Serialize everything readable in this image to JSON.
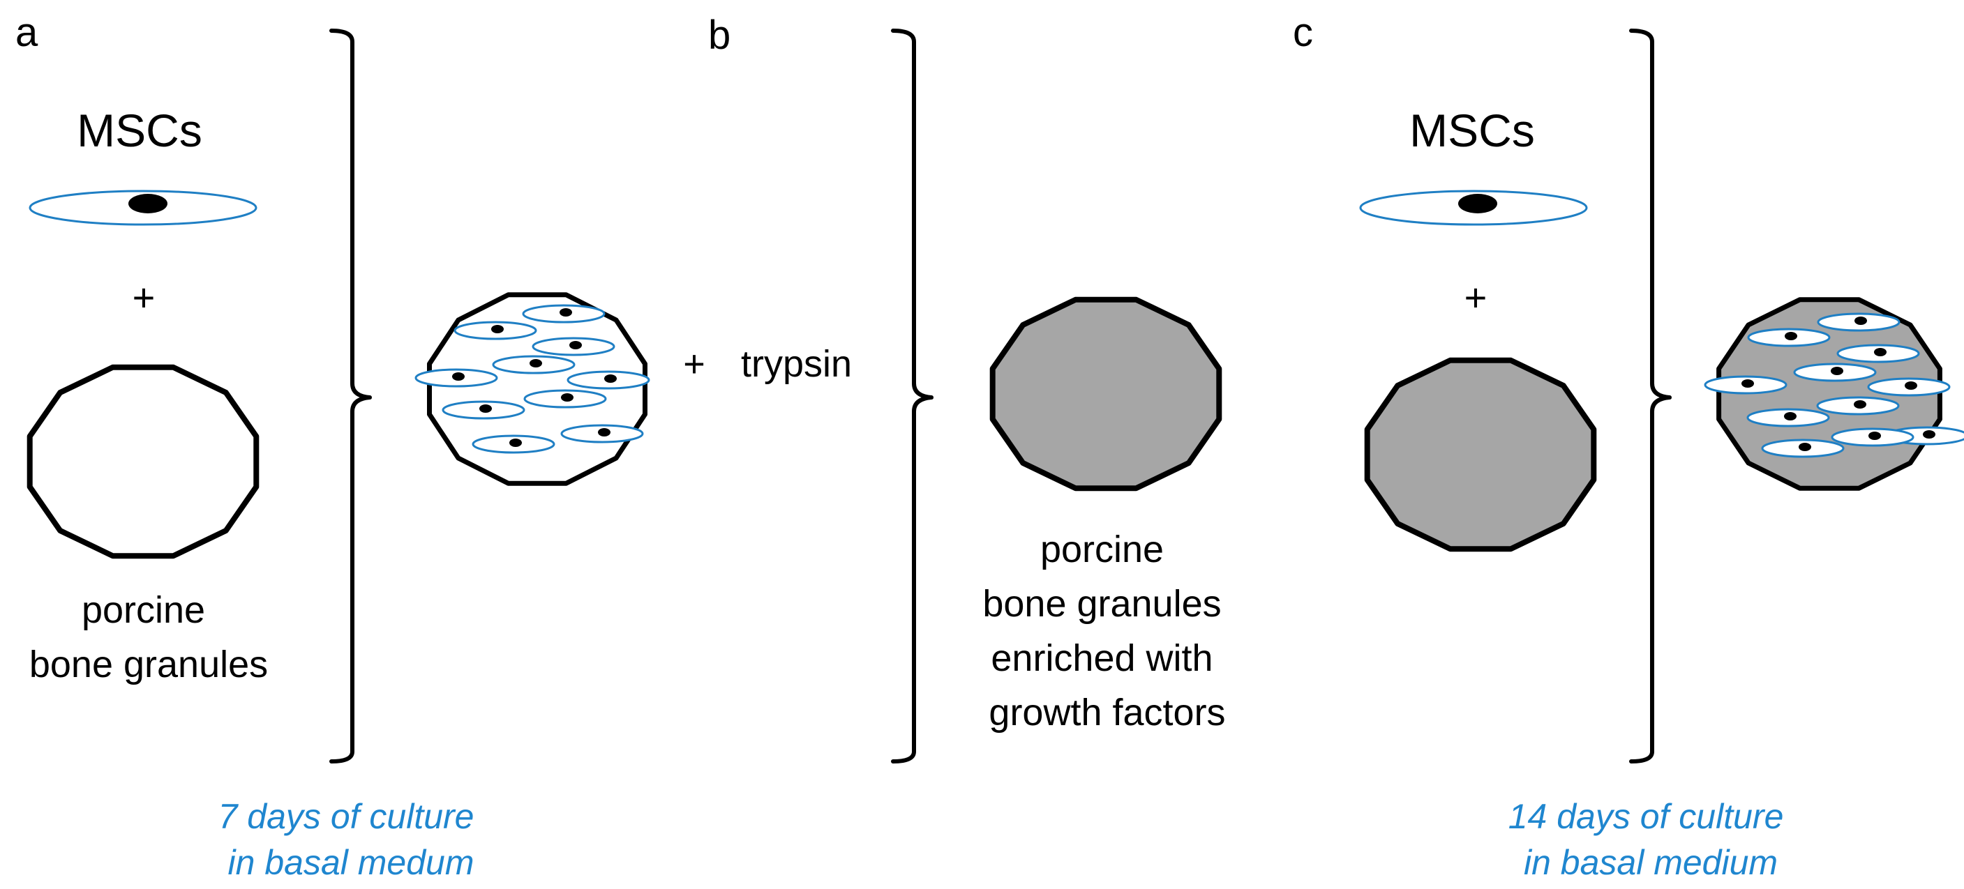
{
  "colors": {
    "cell_outline": "#1f7fc4",
    "culture_text": "#1f86cf",
    "granule_plain_fill": "#ffffff",
    "granule_enriched_fill": "#a6a6a6",
    "stroke": "#000000"
  },
  "panels": {
    "a": {
      "letter": "a",
      "cell_label": "MSCs",
      "plus": "+",
      "granule_label_lines": [
        "porcine",
        "bone granules"
      ],
      "reagent_plus": "+",
      "reagent": "trypsin"
    },
    "b": {
      "letter": "b",
      "granule_label_lines": [
        "porcine",
        "bone granules",
        "enriched with",
        "growth factors"
      ]
    },
    "c": {
      "letter": "c",
      "cell_label": "MSCs",
      "plus": "+"
    }
  },
  "culture_notes": {
    "first": [
      "7 days of culture",
      "in basal medum"
    ],
    "second": [
      "14 days of culture",
      "in basal medium"
    ]
  },
  "icons": {
    "cell": "msc-cell-icon",
    "granule": "bone-granule-icon",
    "seeded_granule": "cell-seeded-granule-icon"
  }
}
